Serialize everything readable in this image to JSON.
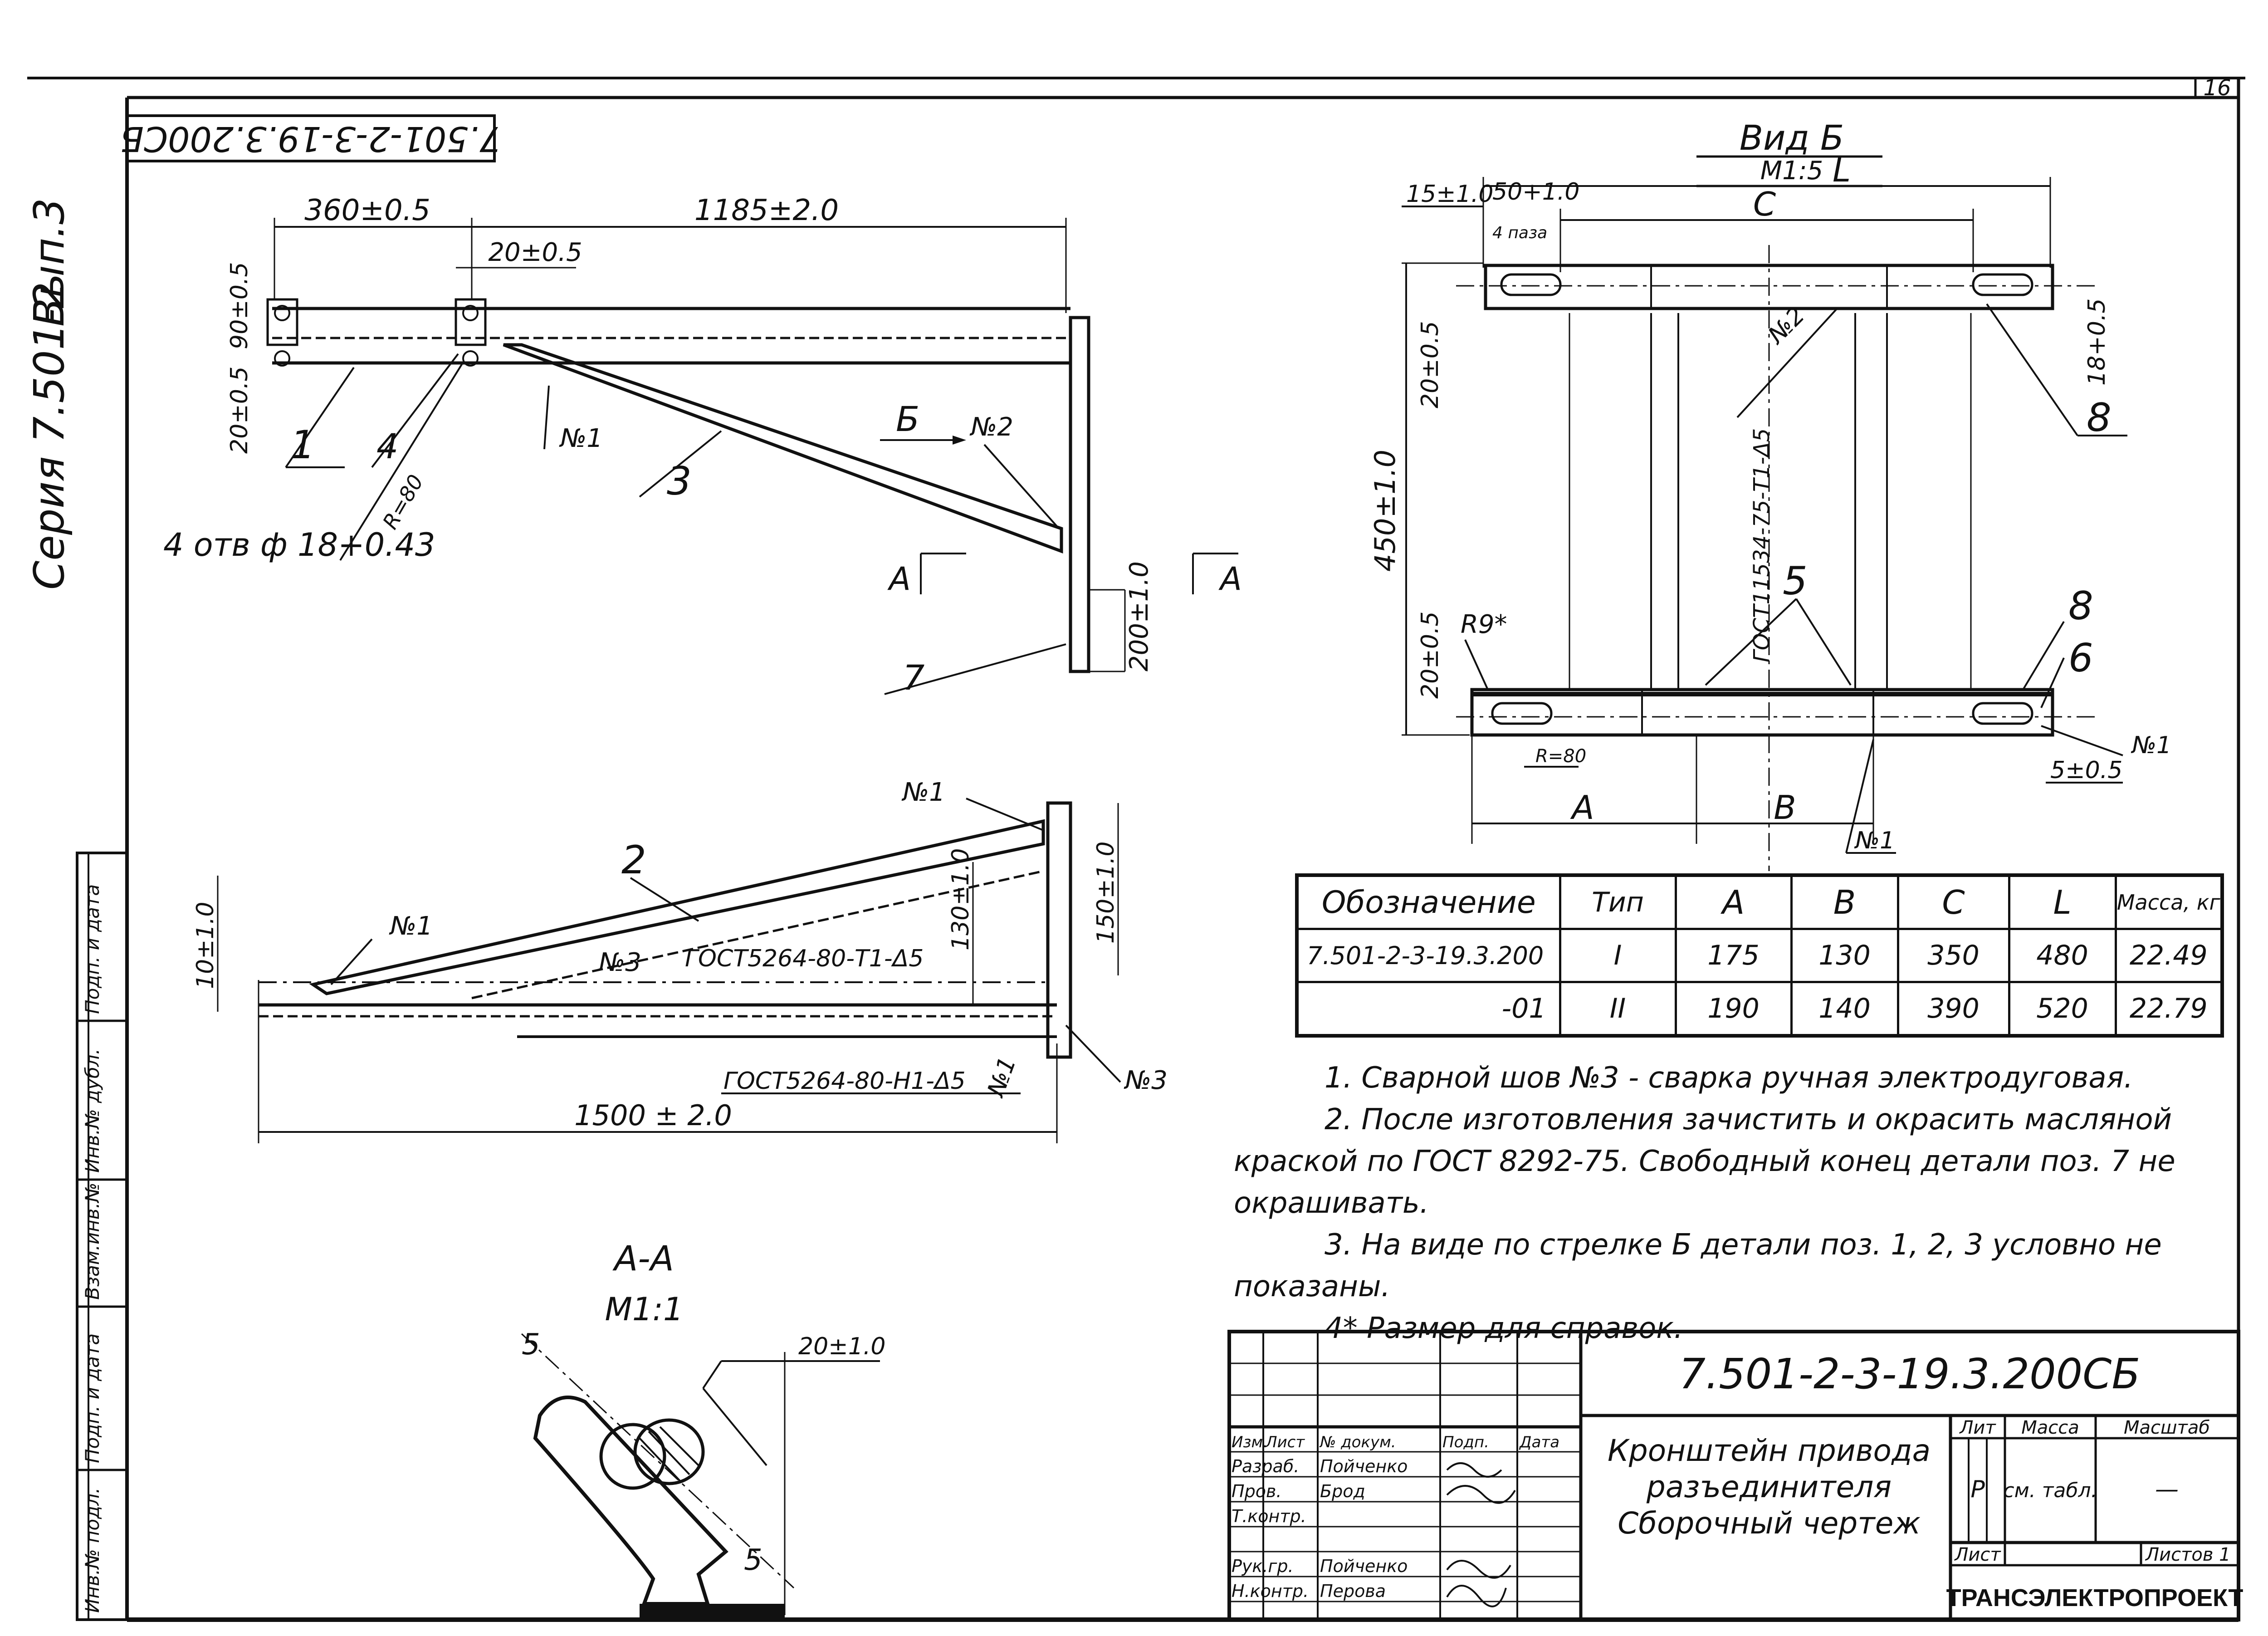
{
  "sheet": {
    "page_number": "16",
    "top_code_rotated": "7.501-2-3-19.3.200СБ",
    "series": "Серия 7.501-2",
    "issue": "Вып.3"
  },
  "margin_stamp": {
    "cells": [
      "Подп. и дата",
      "Инв.№ дубл.",
      "Взам.инв.№",
      "Подп. и дата",
      "Инв.№ подл."
    ]
  },
  "main_view": {
    "dims": [
      "360±0.5",
      "1185±2.0",
      "20±0.5",
      "90±0.5",
      "20±0.5",
      "200±1.0",
      "R=80",
      "4 отв ф 18+0.43"
    ],
    "positions": [
      "1",
      "4",
      "3",
      "7"
    ],
    "weld_labels": [
      "№1",
      "№2"
    ],
    "arrow_label": "Б",
    "section_marks": [
      "А",
      "А"
    ]
  },
  "top_view": {
    "dims": [
      "10±1.0",
      "150±1.0",
      "130±1.0",
      "1500 ± 2.0"
    ],
    "positions": [
      "2"
    ],
    "weld_labels": [
      "№1",
      "№1",
      "№3",
      "№1",
      "№3"
    ],
    "gost_upper": "ГОСТ5264-80-Т1-Δ5",
    "gost_lower": "ГОСТ5264-80-Н1-Δ5"
  },
  "section_aa": {
    "title": "А-А",
    "scale": "М1:1",
    "dims": [
      "5",
      "20±1.0",
      "5"
    ]
  },
  "view_b": {
    "title": "Вид Б",
    "scale": "М1:5",
    "dims": [
      "L",
      "15±1.0",
      "50+1.0",
      "С",
      "20±0.5",
      "18+0.5",
      "450±1.0",
      "20±0.5",
      "R9*",
      "R=80",
      "5±0.5",
      "А",
      "В"
    ],
    "positions": [
      "8",
      "5",
      "8",
      "6"
    ],
    "weld_labels": [
      "№2",
      "№1",
      "№1"
    ],
    "gost_vertical": "ГОСТ11534-75-Т1-Δ5",
    "slot_label": "4 паза"
  },
  "spec_table": {
    "headers": [
      "Обозначение",
      "Тип",
      "А",
      "В",
      "С",
      "L",
      "Масса, кг"
    ],
    "rows": [
      [
        "7.501-2-3-19.3.200",
        "I",
        "175",
        "130",
        "350",
        "480",
        "22.49"
      ],
      [
        "-01",
        "II",
        "190",
        "140",
        "390",
        "520",
        "22.79"
      ]
    ]
  },
  "notes": [
    "1. Сварной шов №3 - сварка ручная электродуговая.",
    "2. После изготовления зачистить и окрасить масляной",
    "краской по ГОСТ 8292-75. Свободный конец детали поз. 7 не",
    "окрашивать.",
    "3. На виде по стрелке Б детали поз. 1, 2, 3 условно не",
    "показаны.",
    "4* Размер для справок."
  ],
  "title_block": {
    "doc_code": "7.501-2-3-19.3.200СБ",
    "title_lines": [
      "Кронштейн привода",
      "разъединителя",
      "Сборочный чертеж"
    ],
    "col_headers": [
      "Изм.",
      "Лист",
      "№ докум.",
      "Подп.",
      "Дата"
    ],
    "people": [
      {
        "role": "Разраб.",
        "name": "Пойченко"
      },
      {
        "role": "Пров.",
        "name": "Брод"
      },
      {
        "role": "Т.контр.",
        "name": ""
      },
      {
        "role": "Рук.гр.",
        "name": "Пойченко"
      },
      {
        "role": "Н.контр.",
        "name": "Перова"
      }
    ],
    "lit_label": "Лит",
    "mass_label": "Масса",
    "scale_label": "Масштаб",
    "lit_value": "Р",
    "mass_value": "см. табл.",
    "scale_value": "—",
    "sheet_label": "Лист",
    "sheets_label": "Листов 1",
    "organization": "ТРАНСЭЛЕКТРОПРОЕКТ"
  }
}
